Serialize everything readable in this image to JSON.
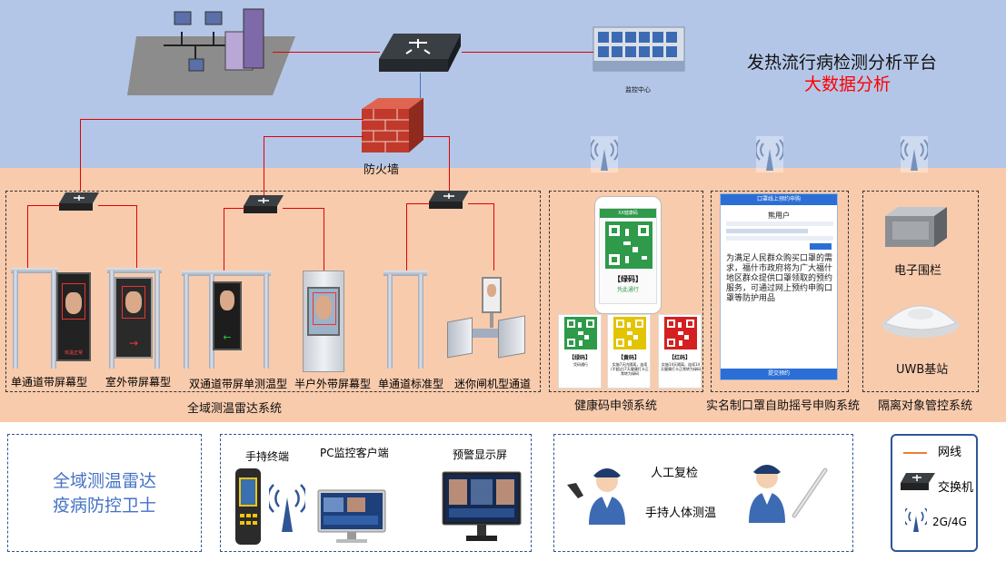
{
  "platform": {
    "title": "发热流行病检测分析平台",
    "subtitle": "大数据分析",
    "monitor_center_label": "监控中心",
    "firewall_label": "防火墙"
  },
  "colors": {
    "top_band": "#b4c6e7",
    "mid_band": "#f8cbad",
    "wire_red": "#e00000",
    "accent_blue": "#4472c4",
    "legend_line": "#ed7d31"
  },
  "radar_system": {
    "label": "全域测温雷达系统",
    "devices": [
      {
        "label": "单通道带屏幕型",
        "screen_text": "体温正常"
      },
      {
        "label": "室外带屏幕型",
        "screen_text": "→"
      },
      {
        "label": "双通道带屏单测温型",
        "screen_text": "←"
      },
      {
        "label": "半户外带屏幕型",
        "screen_text": ""
      },
      {
        "label": "单通道标准型",
        "screen_text": ""
      },
      {
        "label": "迷你闸机型通道",
        "screen_text": ""
      }
    ]
  },
  "health_code": {
    "label": "健康码申领系统",
    "phone_header": "XX健康码",
    "phone_code_label": "【绿码】",
    "phone_code_sub": "凭此通行",
    "codes": [
      {
        "name": "【绿码】",
        "desc": "凭码通行",
        "color": "#2e9a4a"
      },
      {
        "name": "【黄码】",
        "desc": "实施7天内隔离，连续(不超过)7天健康打卡正常转为绿码",
        "color": "#e2c400"
      },
      {
        "name": "【红码】",
        "desc": "实施14天隔离，连续14天健康打卡正常转为绿码",
        "color": "#d42020"
      }
    ]
  },
  "mask_system": {
    "label": "实名制口罩自助摇号申购系统",
    "header": "口罩线上预约申购",
    "name_display": "熊用户",
    "notice": "为满足人民群众购买口罩的需求，福什市政府将为广大福什地区群众提供口罩领取的预约服务，可通过网上预约申购口罩等防护用品",
    "submit": "提交预约"
  },
  "isolation": {
    "label": "隔离对象管控系统",
    "items": [
      {
        "label": "电子围栏"
      },
      {
        "label": "UWB基站"
      }
    ]
  },
  "bottom": {
    "slogan_line1": "全域测温雷达",
    "slogan_line2": "疫病防控卫士",
    "terminals": [
      {
        "label": "手持终端"
      },
      {
        "label": "PC监控客户端"
      },
      {
        "label": "预警显示屏"
      }
    ],
    "manual": [
      {
        "label": "人工复检"
      },
      {
        "label": "手持人体测温"
      }
    ]
  },
  "legend": {
    "items": [
      {
        "label": "网线",
        "icon": "line"
      },
      {
        "label": "交换机",
        "icon": "switch-icon"
      },
      {
        "label": "2G/4G",
        "icon": "wireless-icon"
      }
    ]
  }
}
